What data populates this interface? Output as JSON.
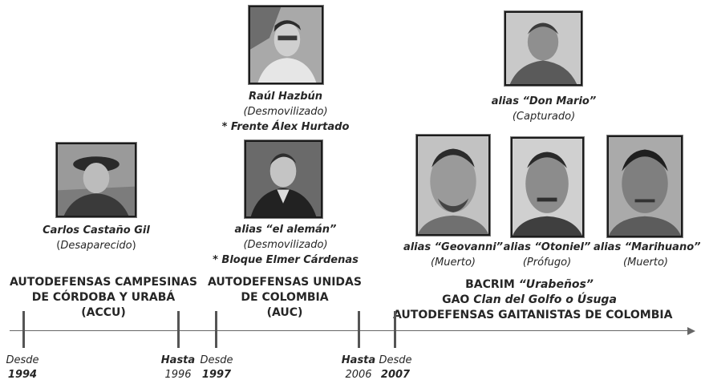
{
  "people": {
    "castano": {
      "name": "Carlos Castaño Gil",
      "status_open": "(",
      "status_word": "Desaparecido",
      "status_close": ")"
    },
    "hazbun": {
      "name": "Raúl Hazbún",
      "status": "(Desmovilizado)",
      "note": "* Frente Álex Hurtado"
    },
    "aleman": {
      "name": "alias “el alemán”",
      "status": "(Desmovilizado)",
      "note": "* Bloque Elmer Cárdenas"
    },
    "donmario": {
      "name": "alias “Don Mario”",
      "status": "(Capturado)"
    },
    "geovanni": {
      "name": "alias “Geovanni”",
      "status": "(Muerto)"
    },
    "otoniel": {
      "name": "alias “Otoniel”",
      "status": "(Prófugo)"
    },
    "marihuano": {
      "name": "alias “Marihuano”",
      "status": "(Muerto)"
    }
  },
  "organizations": {
    "accu": {
      "line1": "AUTODEFENSAS CAMPESINAS",
      "line2": "DE CÓRDOBA Y URABÁ",
      "line3": "(ACCU)"
    },
    "auc": {
      "line1": "AUTODEFENSAS UNIDAS",
      "line2": "DE COLOMBIA",
      "line3": "(AUC)"
    },
    "agc": {
      "line1_bold": "BACRIM ",
      "line1_italic": "“Urabeños”",
      "line2_bold": "GAO ",
      "line2_italic": "Clan del Golfo o Úsuga",
      "line3": "AUTODEFENSAS GAITANISTAS DE COLOMBIA"
    }
  },
  "timeline": {
    "d1994": {
      "word": "Desde",
      "year": "1994"
    },
    "h1996": {
      "word": "Hasta",
      "year": "1996"
    },
    "d1997": {
      "word": "Desde",
      "year": "1997"
    },
    "h2006": {
      "word": "Hasta",
      "year": "2006"
    },
    "d2007": {
      "word": "Desde",
      "year": "2007"
    }
  }
}
